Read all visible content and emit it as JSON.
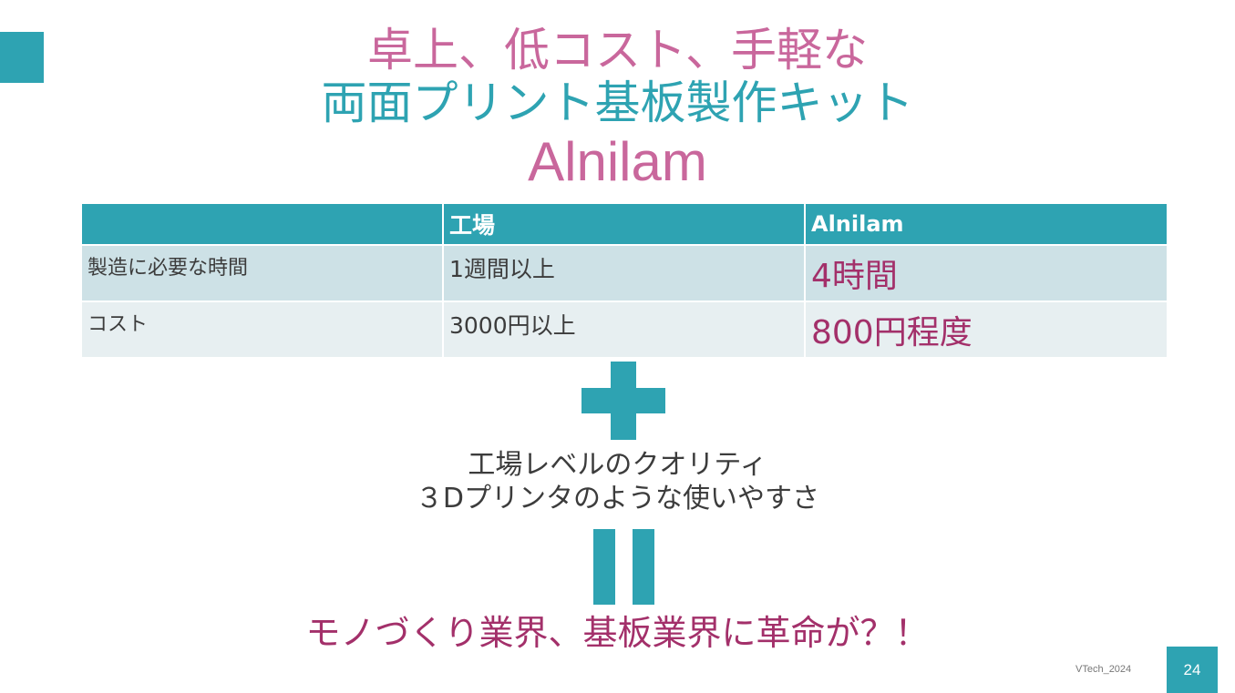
{
  "title": {
    "line1": "卓上、低コスト、手軽な",
    "line2": "両面プリント基板製作キット",
    "line3": "Alnilam"
  },
  "table": {
    "headers": [
      "",
      "工場",
      "Alnilam"
    ],
    "rows": [
      {
        "label": "製造に必要な時間",
        "factory": "1週間以上",
        "alnilam": "4時間"
      },
      {
        "label": "コスト",
        "factory": "3000円以上",
        "alnilam": "800円程度"
      }
    ]
  },
  "features": {
    "line1": "工場レベルのクオリティ",
    "line2": "３Dプリンタのような使いやすさ"
  },
  "conclusion": "モノづくり業界、基板業界に革命が？！",
  "footer": {
    "label": "VTech_2024",
    "page_number": "24"
  },
  "icons": {
    "plus": "plus-icon",
    "equals": "equals-icon"
  },
  "colors": {
    "teal": "#2ea3b2",
    "pink": "#c9679c",
    "magenta": "#a3306a"
  }
}
